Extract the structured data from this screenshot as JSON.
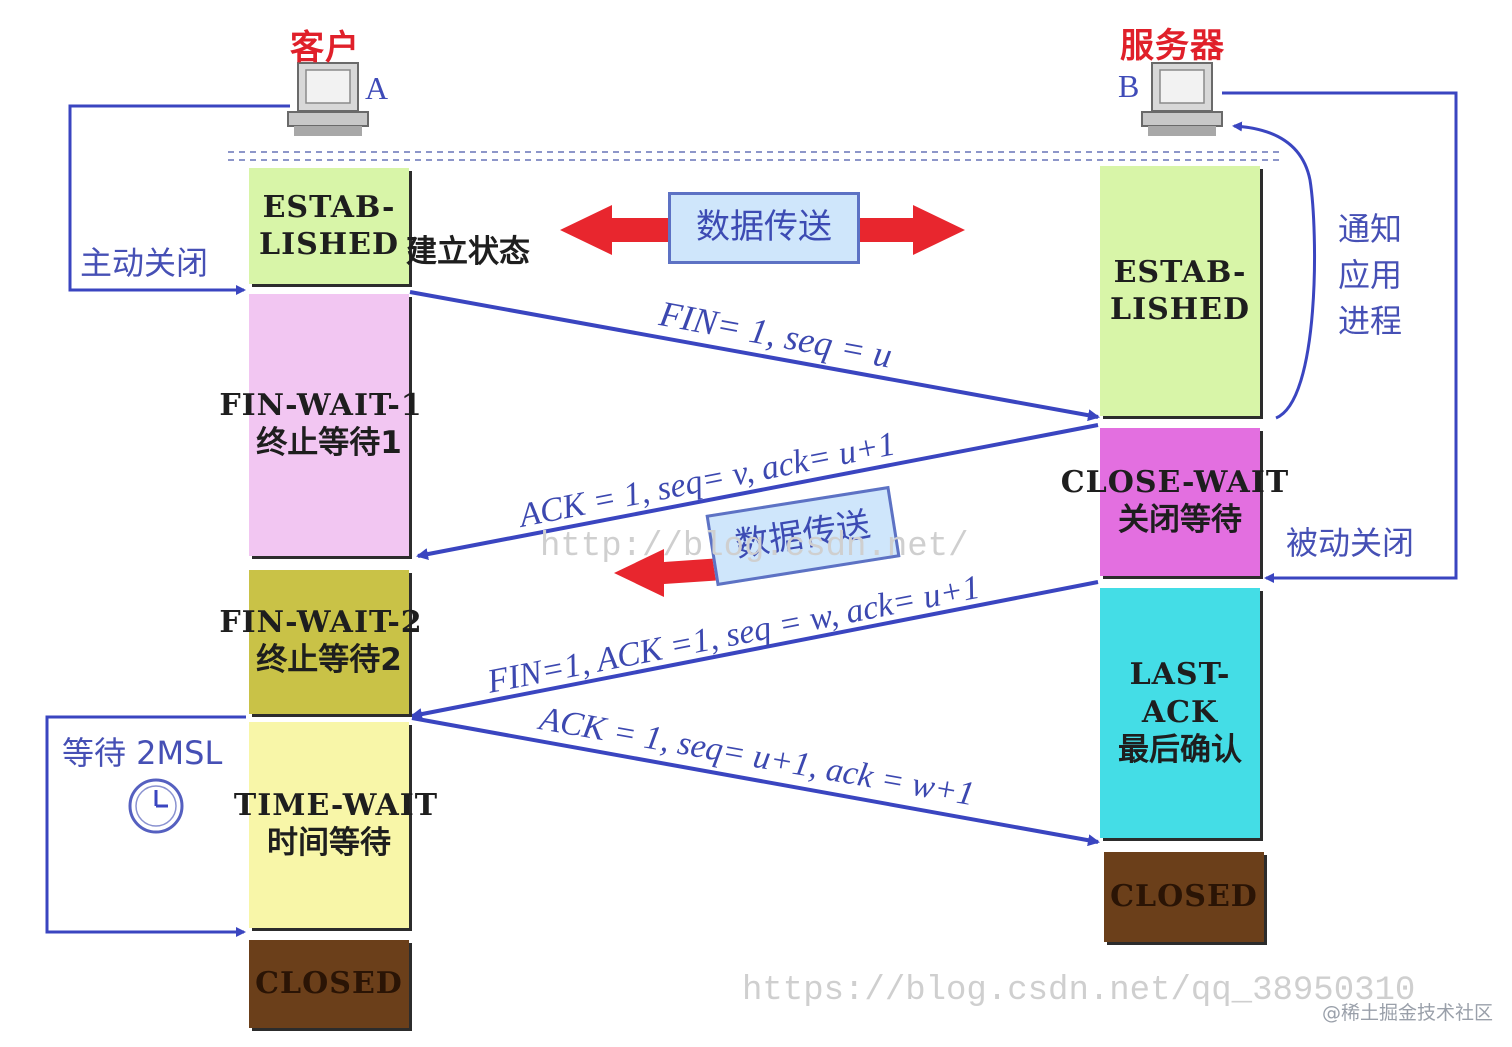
{
  "client": {
    "title": "客户",
    "letter": "A"
  },
  "server": {
    "title": "服务器",
    "letter": "B"
  },
  "client_states": {
    "established": {
      "en1": "ESTAB-",
      "en2": "LISHED",
      "cn": "建立状态"
    },
    "fin_wait_1": {
      "en": "FIN-WAIT-1",
      "cn": "终止等待1"
    },
    "fin_wait_2": {
      "en": "FIN-WAIT-2",
      "cn": "终止等待2"
    },
    "time_wait": {
      "en": "TIME-WAIT",
      "cn": "时间等待"
    },
    "closed": {
      "en": "CLOSED"
    }
  },
  "server_states": {
    "established": {
      "en1": "ESTAB-",
      "en2": "LISHED"
    },
    "close_wait": {
      "en": "CLOSE-WAIT",
      "cn": "关闭等待"
    },
    "last_ack": {
      "en": "LAST-ACK",
      "cn": "最后确认"
    },
    "closed": {
      "en": "CLOSED"
    }
  },
  "labels": {
    "active_close": "主动关闭",
    "passive_close": "被动关闭",
    "notify_app_1": "通知",
    "notify_app_2": "应用",
    "notify_app_3": "进程",
    "wait_2msl": "等待 2MSL",
    "data_transfer_1": "数据传送",
    "data_transfer_2": "数据传送"
  },
  "messages": {
    "m1": "FIN= 1, seq = u",
    "m2": "ACK = 1, seq= v, ack= u+1",
    "m3": "FIN=1, ACK =1, seq = w, ack= u+1",
    "m4": "ACK = 1, seq= u+1, ack = w+1"
  },
  "watermarks": {
    "mid": "http://blog.csdn.net/",
    "bottom": "https://blog.csdn.net/qq_38950310"
  },
  "footer": "@稀土掘金技术社区",
  "colors": {
    "arrow_blue": "#3a45c0",
    "red_arrow": "#e8262e",
    "established": "#d8f5a8",
    "fin_wait_1": "#f2c6f2",
    "fin_wait_2": "#c9c247",
    "time_wait": "#f8f6a8",
    "closed": "#6b3f1a",
    "close_wait": "#e36fe0",
    "last_ack": "#44dde6"
  }
}
